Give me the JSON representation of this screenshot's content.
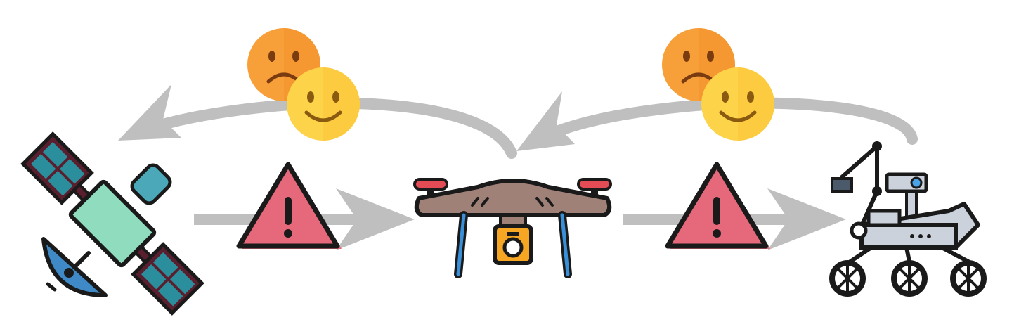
{
  "nodes": [
    {
      "id": "satellite",
      "icon": "satellite-icon"
    },
    {
      "id": "drone",
      "icon": "drone-icon"
    },
    {
      "id": "rover",
      "icon": "rover-icon"
    }
  ],
  "forward_links": [
    {
      "from": "satellite",
      "to": "drone",
      "marker": "warning-icon"
    },
    {
      "from": "drone",
      "to": "rover",
      "marker": "warning-icon"
    }
  ],
  "feedback_links": [
    {
      "from": "drone",
      "to": "satellite",
      "markers": [
        "sad-face-icon",
        "happy-face-icon"
      ]
    },
    {
      "from": "rover",
      "to": "drone",
      "markers": [
        "sad-face-icon",
        "happy-face-icon"
      ]
    }
  ],
  "colors": {
    "arrow": "#bfbfbf",
    "outline": "#1a1a1a",
    "warning_fill": "#e5697a",
    "sad_face": "#f7a03a",
    "happy_face": "#fdd349",
    "satellite_panel": "#2b8e9c",
    "satellite_panel_frame": "#5a1f2e",
    "satellite_body": "#8fdcbf",
    "satellite_dish": "#3e89c6",
    "drone_body": "#9f8178",
    "drone_rotor": "#e34c55",
    "drone_leg": "#3a8fd9",
    "drone_camera": "#f6a623",
    "rover_body": "#ccd2dc",
    "rover_accent": "#4aa3e8"
  }
}
